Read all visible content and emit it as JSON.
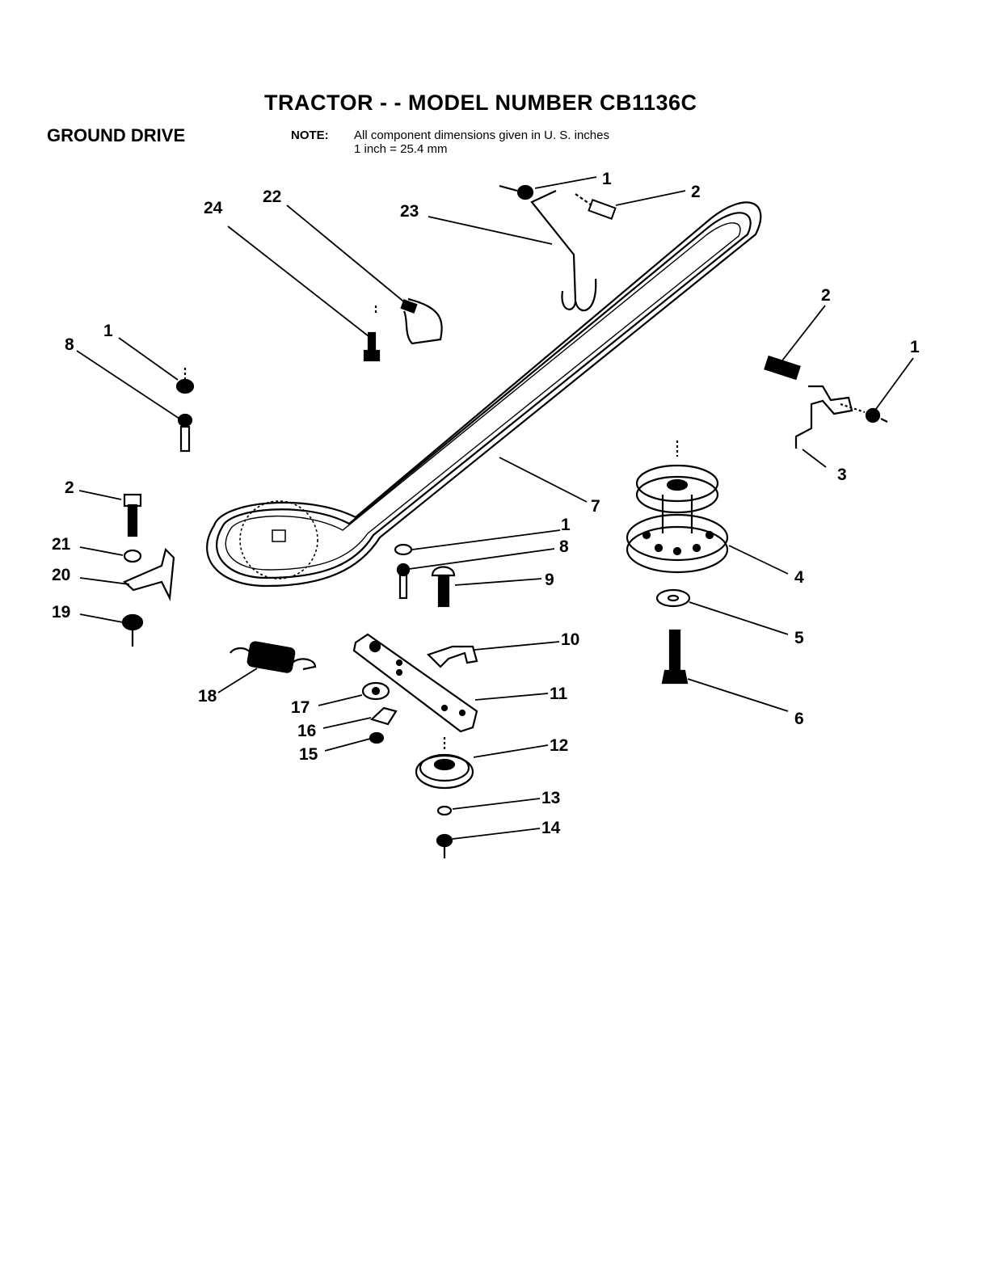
{
  "title": "TRACTOR - - MODEL NUMBER CB1136C",
  "section": "GROUND DRIVE",
  "note": {
    "label": "NOTE:",
    "line1": "All component dimensions given in U. S. inches",
    "line2": "1 inch = 25.4 mm"
  },
  "callouts": {
    "c1_top": "1",
    "c2_top": "2",
    "c23": "23",
    "c22": "22",
    "c24": "24",
    "c2_right": "2",
    "c1_right": "1",
    "c3": "3",
    "c1_left": "1",
    "c8_left": "8",
    "c7": "7",
    "c2_left": "2",
    "c21": "21",
    "c20": "20",
    "c19": "19",
    "c1_mid": "1",
    "c8_mid": "8",
    "c9": "9",
    "c10": "10",
    "c11": "11",
    "c4": "4",
    "c5": "5",
    "c6": "6",
    "c18": "18",
    "c17": "17",
    "c16": "16",
    "c15": "15",
    "c12": "12",
    "c13": "13",
    "c14": "14"
  }
}
